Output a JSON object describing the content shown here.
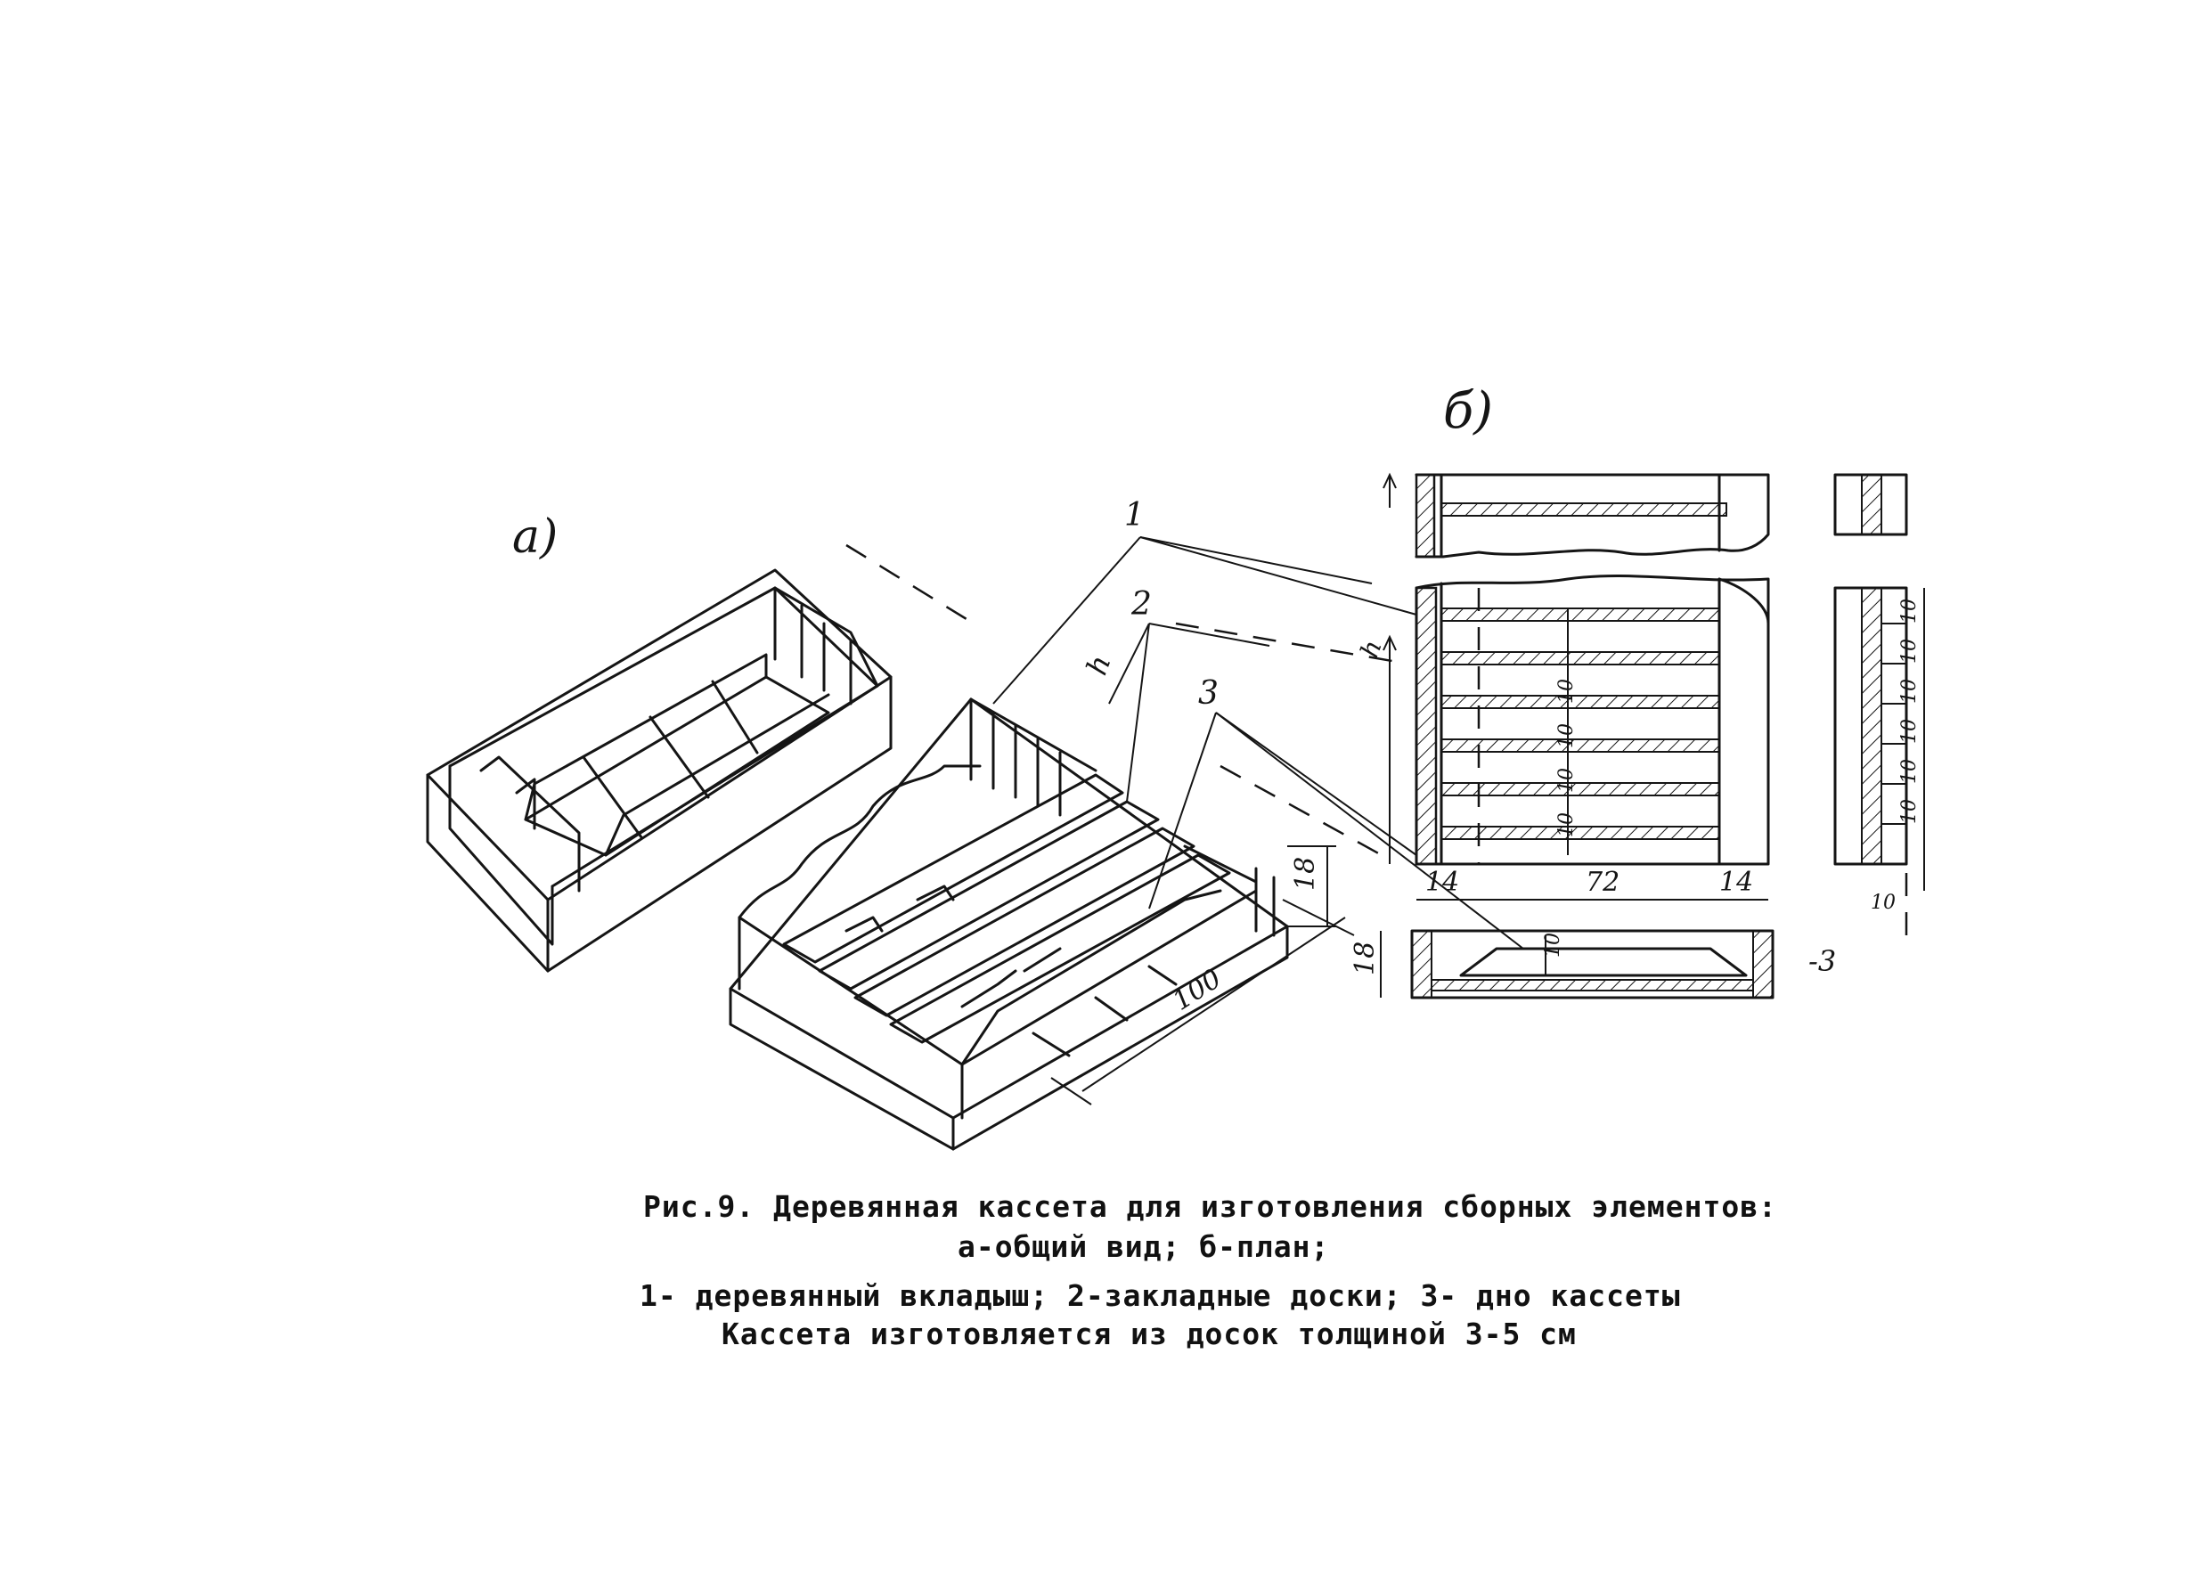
{
  "figure": {
    "view_a_label": "а)",
    "view_b_label": "б)",
    "callout_1": "1",
    "callout_2": "2",
    "callout_3": "3",
    "callout_3_side": "-3",
    "dims": {
      "length": "100",
      "height_a": "18",
      "height_b": "18",
      "side_left": "14",
      "width": "72",
      "side_right": "14",
      "spacing": "10",
      "bottom": "10"
    }
  },
  "caption": {
    "line1": "Рис.9. Деревянная кассета для  изготовления сборных элементов:",
    "line2": "а-общий вид; б-план;",
    "line3": "1- деревянный вкладыш; 2-закладные доски; 3- дно  кассеты",
    "line4": "Кассета изготовляется из досок толщиной 3-5 см"
  }
}
